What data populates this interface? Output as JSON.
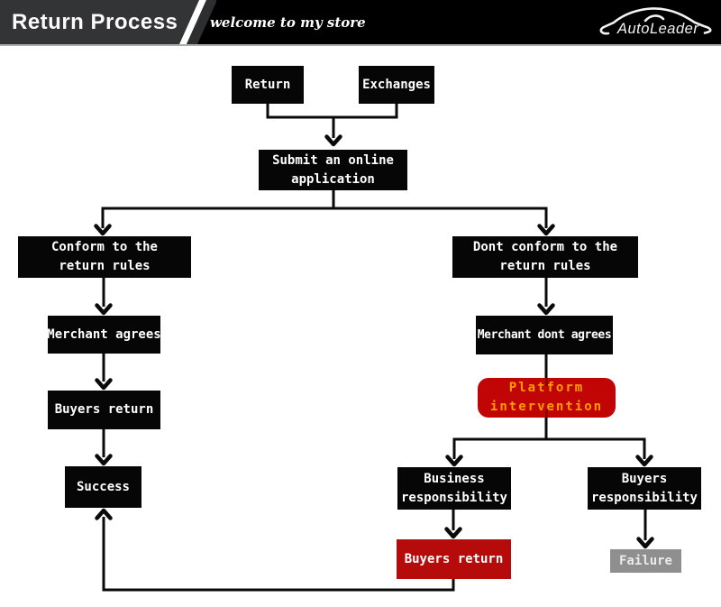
{
  "header": {
    "title": "Return Process",
    "tagline": "welcome to my store",
    "brand_name": "AutoLeader",
    "brand_icon": "car-outline-icon",
    "colors": {
      "left_panel": "#333436",
      "background": "#000000",
      "divider_stripe": "#ffffff",
      "bottom_border": "#ababab"
    }
  },
  "flowchart": {
    "colors": {
      "node_bg": "#060606",
      "node_text": "#ffffff",
      "connector": "#0a0a0a",
      "platform_bg": "#c10505",
      "platform_text": "#ff9d00",
      "buyers_return_red_bg": "#b50b0b",
      "failure_bg": "#8f8f8f",
      "failure_text": "#eaeaea"
    },
    "nodes": {
      "return": {
        "label": "Return"
      },
      "exchanges": {
        "label": "Exchanges"
      },
      "submit": {
        "line1": "Submit an online",
        "line2": "application"
      },
      "conform": {
        "line1": "Conform to the",
        "line2": "return rules"
      },
      "dont_conform": {
        "line1": "Dont conform to the",
        "line2": "return rules"
      },
      "merchant_agrees": {
        "label": "Merchant agrees"
      },
      "buyers_return": {
        "label": "Buyers return"
      },
      "success": {
        "label": "Success"
      },
      "merchant_dont_agrees": {
        "label": "Merchant dont agrees"
      },
      "platform_intervention": {
        "line1": "Platform",
        "line2": "intervention"
      },
      "business_responsibility": {
        "line1": "Business",
        "line2": "responsibility"
      },
      "buyers_responsibility": {
        "line1": "Buyers",
        "line2": "responsibility"
      },
      "buyers_return_red": {
        "label": "Buyers return"
      },
      "failure": {
        "label": "Failure"
      }
    }
  }
}
